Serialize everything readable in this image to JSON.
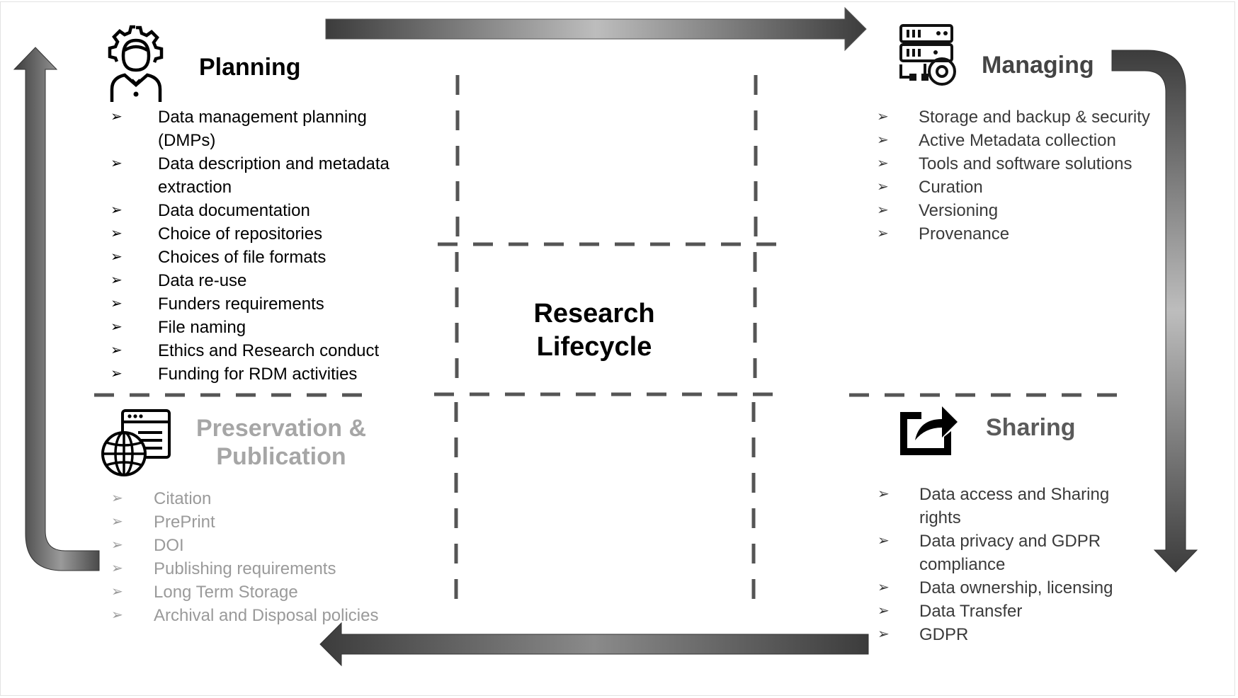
{
  "colors": {
    "planning": "#000000",
    "managing": "#444444",
    "sharing": "#5a5a5a",
    "preservation": "#a6a6a6",
    "dashes": "#555555",
    "arrow_dark": "#3c3c3c",
    "arrow_light": "#bdbdbd"
  },
  "center": {
    "line1": "Research",
    "line2": "Lifecycle"
  },
  "bullet": "➢",
  "planning": {
    "icon": "person-gear-icon",
    "title": "Planning",
    "items": [
      "Data management planning (DMPs)",
      "Data description and metadata extraction",
      "Data documentation",
      "Choice of repositories",
      "Choices of file formats",
      "Data re-use",
      "Funders requirements",
      "File naming",
      "Ethics and Research conduct",
      "Funding for RDM activities"
    ]
  },
  "managing": {
    "icon": "server-gear-icon",
    "title": "Managing",
    "items": [
      "Storage and backup & security",
      "Active Metadata collection",
      "Tools and software solutions",
      "Curation",
      "Versioning",
      "Provenance"
    ]
  },
  "sharing": {
    "icon": "share-icon",
    "title": "Sharing",
    "items": [
      "Data access and Sharing rights",
      "Data privacy and GDPR compliance",
      "Data ownership, licensing",
      "Data Transfer",
      "GDPR"
    ]
  },
  "preservation": {
    "icon": "globe-browser-icon",
    "title_line1": "Preservation &",
    "title_line2": "Publication",
    "items": [
      "Citation",
      "PrePrint",
      "DOI",
      "Publishing requirements",
      "Long Term Storage",
      "Archival and Disposal policies"
    ]
  }
}
